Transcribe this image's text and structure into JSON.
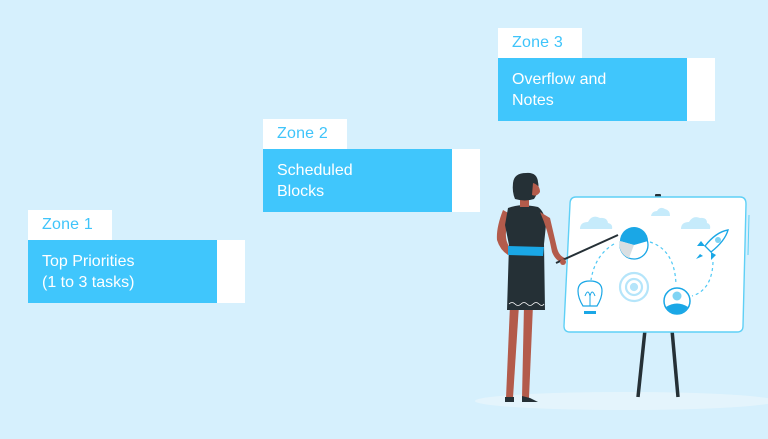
{
  "colors": {
    "background": "#d6f0fd",
    "accent_blue": "#40c6fc",
    "label_text": "#3fc4fa",
    "box_text": "#ffffff",
    "figure_dark": "#253036",
    "skin": "#b35b4b",
    "belt": "#1aa7e6"
  },
  "zones": [
    {
      "label": "Zone 1",
      "title_line1": "Top Priorities",
      "title_line2": "(1 to 3 tasks)"
    },
    {
      "label": "Zone 2",
      "title_line1": "Scheduled",
      "title_line2": "Blocks"
    },
    {
      "label": "Zone 3",
      "title_line1": "Overflow and",
      "title_line2": "Notes"
    }
  ],
  "illustration": {
    "subject": "woman-presenting-at-easel-board",
    "board_icons": [
      "cloud-icon",
      "cloud-icon",
      "cloud-icon",
      "pie-chart-icon",
      "rocket-icon",
      "lightbulb-icon",
      "target-icon",
      "user-avatar-icon"
    ]
  }
}
